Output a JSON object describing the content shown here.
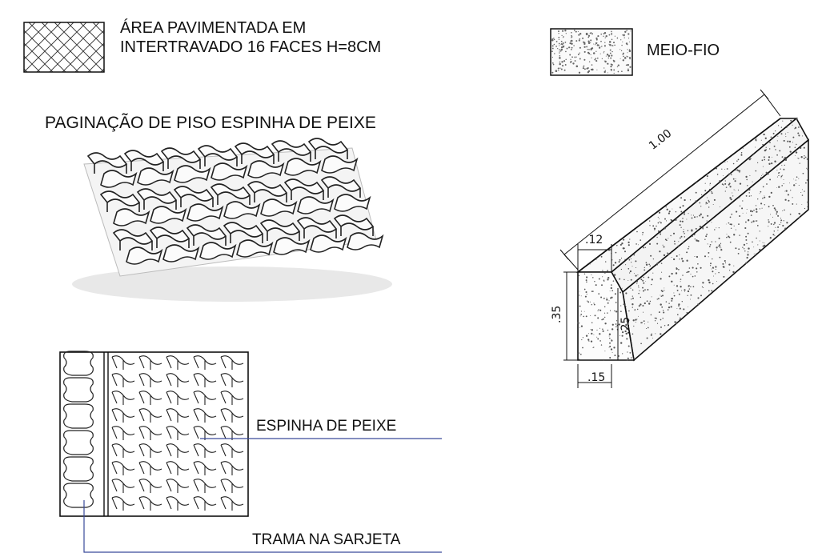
{
  "legend": {
    "paved_area": {
      "line1": "ÁREA PAVIMENTADA EM",
      "line2": "INTERTRAVADO 16 FACES H=8CM"
    },
    "curb": {
      "label": "MEIO-FIO"
    }
  },
  "paving_section": {
    "title": "PAGINAÇÃO DE PISO ESPINHA DE PEIXE"
  },
  "plan_detail": {
    "callouts": {
      "herringbone": "ESPINHA DE PEIXE",
      "gutter_pattern": "TRAMA NA SARJETA"
    }
  },
  "curb_detail": {
    "dimensions": {
      "length": "1.00",
      "top_width": ".12",
      "height_total": ".35",
      "height_face": ".25",
      "base_width": ".15"
    }
  },
  "colors": {
    "ink": "#111111",
    "callout_line": "#3a4a9a",
    "stipple": "#666666"
  }
}
